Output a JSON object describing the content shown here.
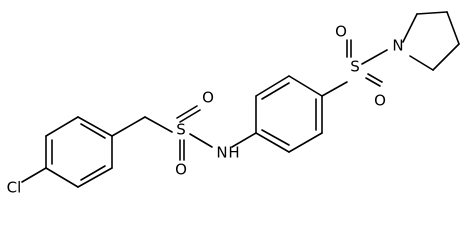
{
  "molecule": {
    "atoms": [
      {
        "id": "Cl",
        "label": "Cl"
      },
      {
        "id": "S1",
        "label": "S"
      },
      {
        "id": "O1a",
        "label": "O"
      },
      {
        "id": "O1b",
        "label": "O"
      },
      {
        "id": "NH",
        "label": "N"
      },
      {
        "id": "Hn",
        "label": "H"
      },
      {
        "id": "S2",
        "label": "S"
      },
      {
        "id": "O2a",
        "label": "O"
      },
      {
        "id": "O2b",
        "label": "O"
      },
      {
        "id": "N2",
        "label": "N"
      }
    ]
  }
}
